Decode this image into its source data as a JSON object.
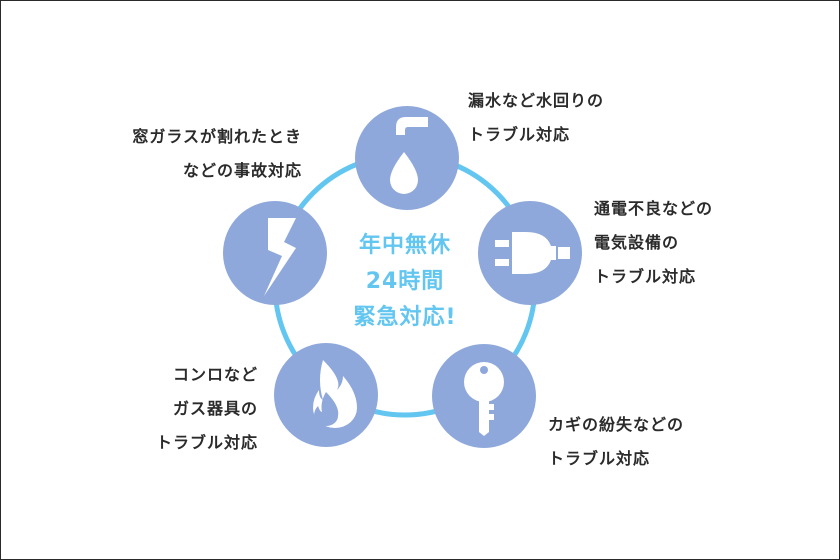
{
  "center": {
    "lines": [
      "年中無休",
      "24時間",
      "緊急対応!"
    ]
  },
  "items": [
    {
      "icon": "faucet-water-drop-icon",
      "lines": [
        "漏水など水回りの",
        "トラブル対応"
      ]
    },
    {
      "icon": "electric-plug-icon",
      "lines": [
        "通電不良などの",
        "電気設備の",
        "トラブル対応"
      ]
    },
    {
      "icon": "key-icon",
      "lines": [
        "カギの紛失などの",
        "トラブル対応"
      ]
    },
    {
      "icon": "fire-icon",
      "lines": [
        "コンロなど",
        "ガス器具の",
        "トラブル対応"
      ]
    },
    {
      "icon": "lightning-icon",
      "lines": [
        "窓ガラスが割れたとき",
        "などの事故対応"
      ]
    }
  ],
  "colors": {
    "ring": "#62c6f0",
    "circle": "#8fa8db",
    "text": "#2b2b2b"
  }
}
